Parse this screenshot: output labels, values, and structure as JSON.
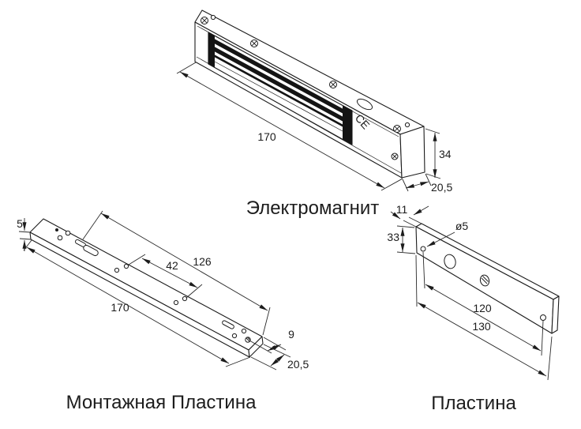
{
  "page": {
    "background_color": "#ffffff",
    "line_color": "#1c1c1c",
    "dark_fill_color": "#141414"
  },
  "drawings": {
    "electromagnet": {
      "label": "Электромагнит",
      "ce_marking": "CE",
      "dimensions": {
        "length": "170",
        "height": "34",
        "depth": "20,5"
      }
    },
    "mounting_plate": {
      "label": "Монтажная Пластина",
      "dimensions": {
        "thickness": "5",
        "length": "170",
        "span_outer": "126",
        "span_inner": "42",
        "edge_offset": "9",
        "width": "20,5"
      }
    },
    "plate": {
      "label": "Пластина",
      "dimensions": {
        "thickness": "11",
        "height": "33",
        "hole_diameter": "ø5",
        "hole_span": "120",
        "length": "130"
      }
    }
  }
}
